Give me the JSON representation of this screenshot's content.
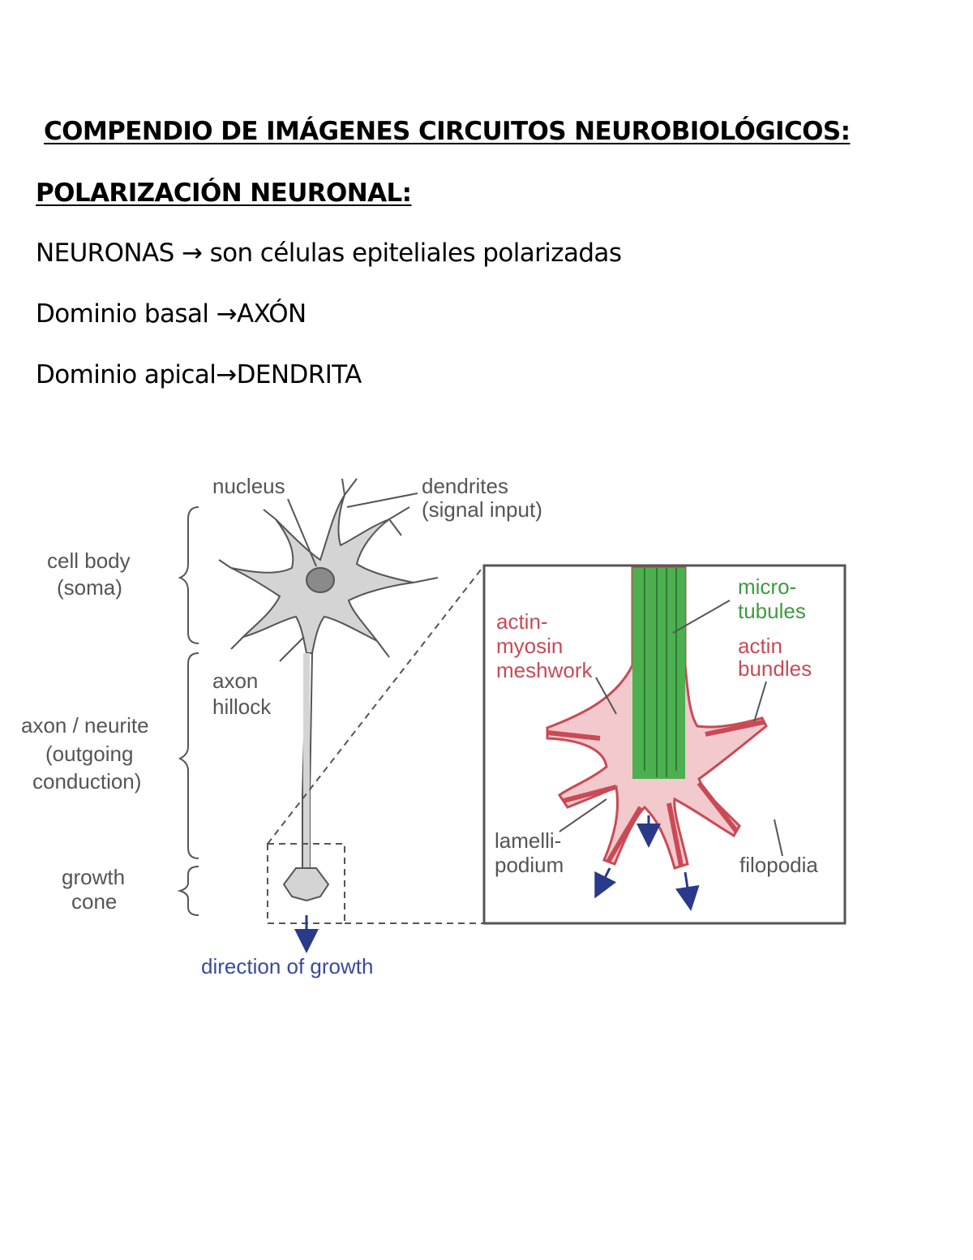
{
  "document": {
    "title": "COMPENDIO DE IMÁGENES  CIRCUITOS NEUROBIOLÓGICOS:",
    "subtitle": "POLARIZACIÓN NEURONAL:",
    "lines": [
      {
        "left": "NEURONAS ",
        "arrow": "→",
        "right": " son células epiteliales polarizadas"
      },
      {
        "left": "Dominio basal ",
        "arrow": "→",
        "right": "AXÓN"
      },
      {
        "left": "Dominio apical",
        "arrow": "→",
        "right": "DENDRITA"
      }
    ]
  },
  "figure": {
    "labels": {
      "nucleus": "nucleus",
      "dendrites": "dendrites",
      "signal_input": "(signal input)",
      "cell_body": "cell body",
      "soma": "(soma)",
      "axon_1": "axon",
      "hillock": "hillock",
      "axon_neurite": "axon / neurite",
      "outgoing": "(outgoing",
      "conduction": "conduction)",
      "growth": "growth",
      "cone": "cone",
      "direction": "direction of growth",
      "micro": "micro-",
      "tubules": "tubules",
      "actin_myosin_1": "actin-",
      "actin_myosin_2": "myosin",
      "actin_myosin_3": "meshwork",
      "actin_bundles_1": "actin",
      "actin_bundles_2": "bundles",
      "lamelli_1": "lamelli-",
      "lamelli_2": "podium",
      "filopodia": "filopodia"
    },
    "colors": {
      "cell_fill": "#d4d4d4",
      "outline": "#555555",
      "actin": "#c94a55",
      "microtubule": "#3f9a3f",
      "arrow": "#2a3a8a"
    }
  }
}
